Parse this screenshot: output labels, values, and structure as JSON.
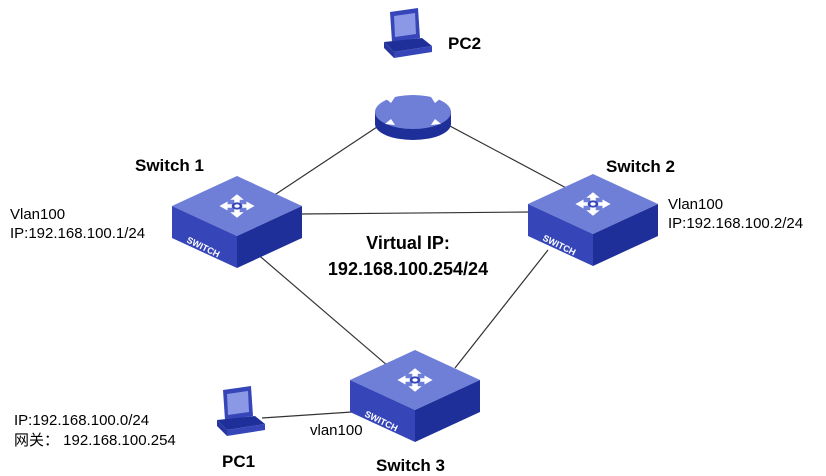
{
  "devices": {
    "pc2": {
      "label": "PC2"
    },
    "pc1": {
      "label": "PC1",
      "ip": "IP:192.168.100.0/24",
      "gateway": "网关： 192.168.100.254",
      "port": "vlan100"
    },
    "switch1": {
      "label": "Switch 1",
      "vlan": "Vlan100",
      "ip": "IP:192.168.100.1/24"
    },
    "switch2": {
      "label": "Switch 2",
      "vlan": "Vlan100",
      "ip": "IP:192.168.100.2/24"
    },
    "switch3": {
      "label": "Switch 3"
    },
    "switch_badge": "SWITCH"
  },
  "virtual_ip": {
    "title": "Virtual IP:",
    "address": "192.168.100.254/24"
  },
  "colors": {
    "device_top": "#6f7fd8",
    "device_side": "#1f2f9a",
    "device_front": "#3646b8",
    "link": "#333333"
  }
}
